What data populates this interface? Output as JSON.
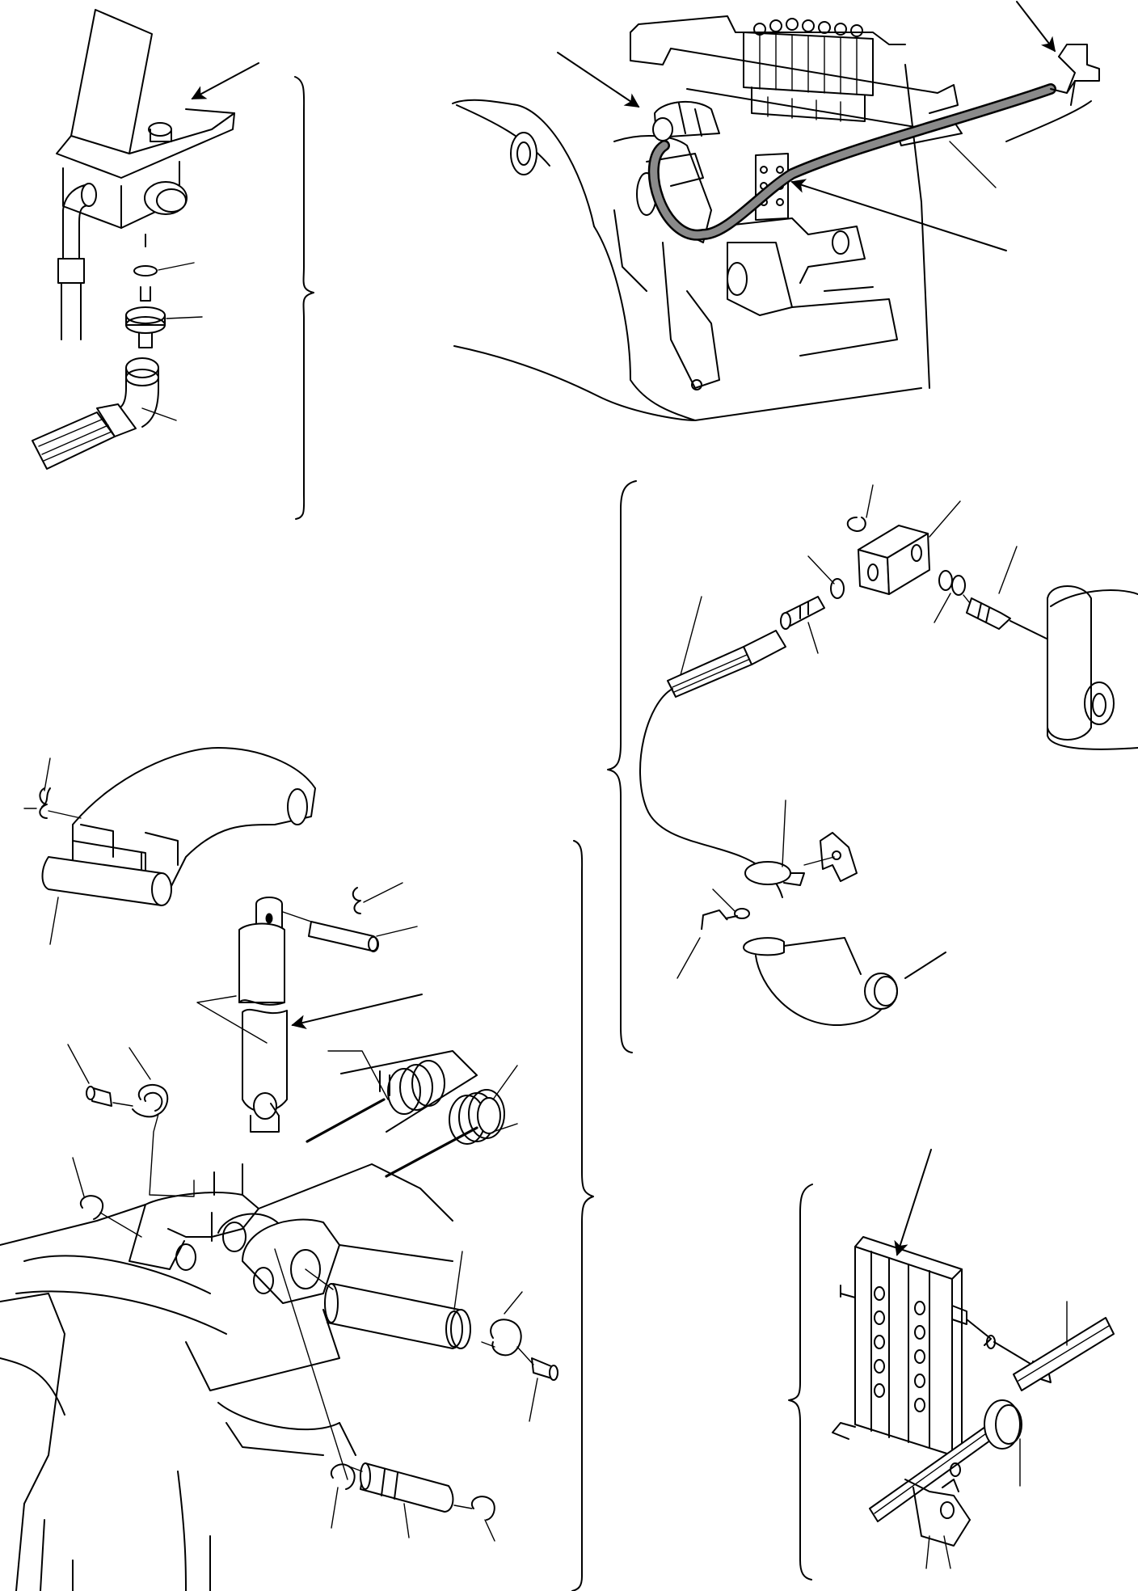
{
  "figure": {
    "width": 1408,
    "height": 1968,
    "line_color": "#000000",
    "background": "#ffffff"
  },
  "panels": [
    {
      "id": "top-left",
      "content": "hose-fitting-detail"
    },
    {
      "id": "top-right",
      "content": "frame-greasing-line-overview"
    },
    {
      "id": "middle-right",
      "content": "grease-block-and-hose-clamp-detail"
    },
    {
      "id": "left-bottom",
      "content": "bucket-pin-bracket-exploded"
    },
    {
      "id": "bottom-right",
      "content": "grease-distributor-block-detail"
    }
  ]
}
